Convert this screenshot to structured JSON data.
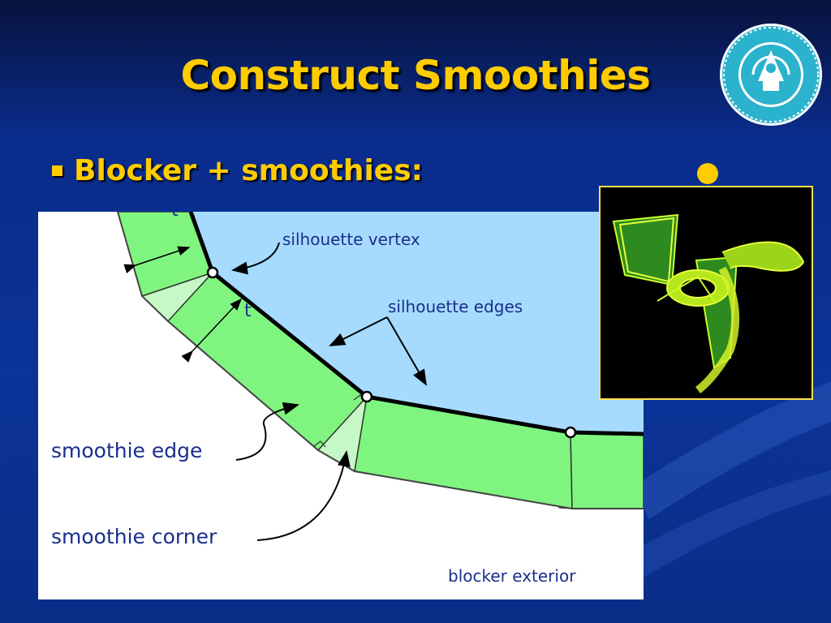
{
  "slide": {
    "title": "Construct Smoothies",
    "bullet": "Blocker + smoothies:"
  },
  "diagram": {
    "labels": {
      "silhouette_vertex": "silhouette vertex",
      "silhouette_edges": "silhouette edges",
      "smoothie_edge": "smoothie edge",
      "smoothie_corner": "smoothie corner",
      "blocker_exterior": "blocker exterior",
      "t_top": "t",
      "t_mid": "t"
    }
  },
  "colors": {
    "title_yellow": "#ffcc00",
    "background_blue": "#0b3398",
    "blocker_interior": "#a6dbff",
    "smoothie_green": "#7ff57f",
    "corner_green": "#c6f7c6",
    "label_blue": "#1a2e8c",
    "inset_border": "#ffe14a"
  }
}
